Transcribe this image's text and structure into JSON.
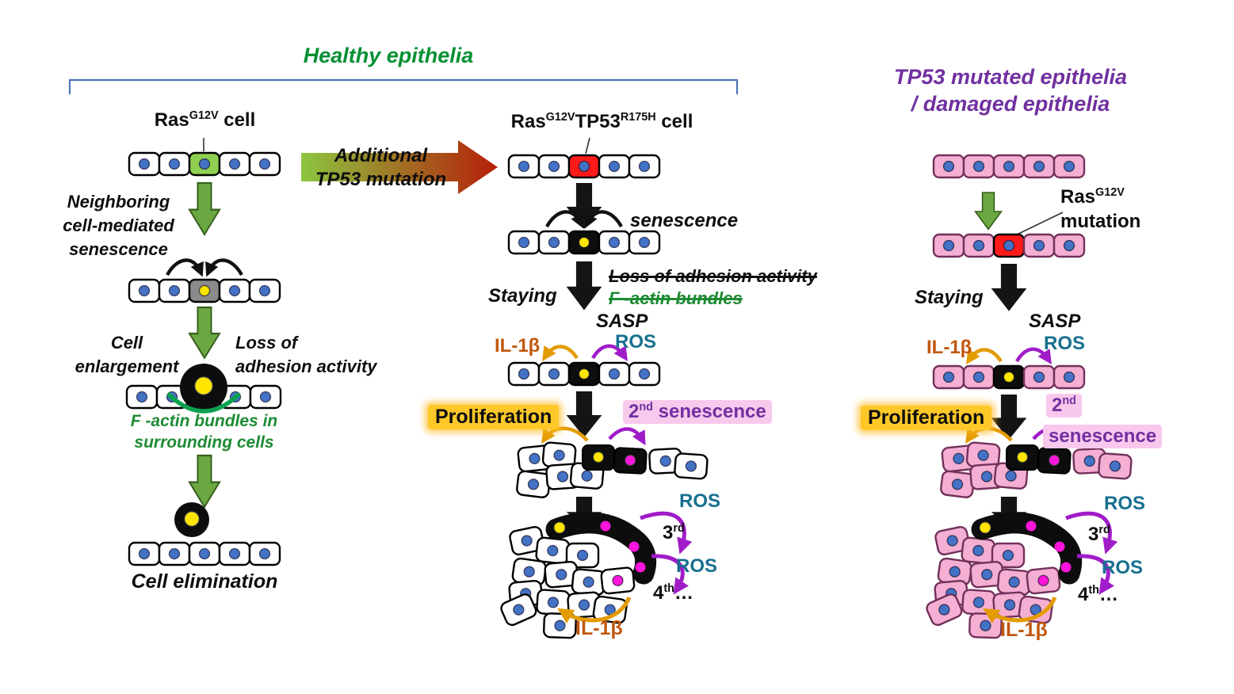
{
  "headers": {
    "healthy": "Healthy epithelia",
    "tp53_line1": "TP53 mutated epithelia",
    "tp53_line2": "/ damaged epithelia"
  },
  "left": {
    "ras_cell": {
      "pre": "Ras",
      "sup": "G12V",
      "post": " cell"
    },
    "neighboring": [
      "Neighboring",
      "cell-mediated",
      "senescence"
    ],
    "enlargement": [
      "Cell",
      "enlargement"
    ],
    "loss_adhesion": [
      "Loss of",
      "adhesion activity"
    ],
    "factin": [
      "F -actin bundles in",
      "surrounding cells"
    ],
    "elimination": "Cell elimination"
  },
  "transition": {
    "line1": "Additional",
    "line2": "TP53 mutation"
  },
  "middle": {
    "cell_label": {
      "pre": "Ras",
      "sup1": "G12V",
      "mid": "TP53",
      "sup2": "R175H",
      "post": " cell"
    },
    "senescence": "senescence",
    "staying": "Staying",
    "struck_adhesion": "Loss of adhesion activity",
    "struck_factin": "F -actin bundles",
    "sasp": "SASP",
    "il1b_top": "IL-1β",
    "ros_top": "ROS",
    "proliferation": "Proliferation",
    "second_senescence": {
      "num": "2",
      "sup": "nd",
      "rest": " senescence"
    },
    "ros_3rd": "ROS",
    "third": {
      "num": "3",
      "sup": "rd"
    },
    "ros_4th": "ROS",
    "fourth": {
      "num": "4",
      "sup": "th",
      "rest": "…"
    },
    "il1b_bottom": "IL-1β"
  },
  "right": {
    "mutation_label": {
      "pre": "Ras",
      "sup": "G12V",
      "line2": "mutation"
    },
    "staying": "Staying",
    "sasp": "SASP",
    "il1b_top": "IL-1β",
    "ros_top": "ROS",
    "proliferation": "Proliferation",
    "second": {
      "num": "2",
      "sup": "nd"
    },
    "senescence_word": "senescence",
    "ros_3rd": "ROS",
    "third": {
      "num": "3",
      "sup": "rd"
    },
    "ros_4th": "ROS",
    "fourth": {
      "num": "4",
      "sup": "th",
      "rest": "…"
    },
    "il1b_bottom": "IL-1β"
  },
  "colors": {
    "healthy_title_green": "#059033",
    "tp53_title_purple": "#7030A0",
    "il1b_brown": "#C1570F",
    "ros_teal": "#17708F",
    "factin_green": "#1E8B34",
    "proliferation_highlight": "#FFC829",
    "senescence_highlight": "#F8C9EC",
    "normal_cell_fill": "#FFFFFF",
    "pink_cell_fill": "#F4AFD3",
    "ras_cell_fill": "#8FD052",
    "tp53_cell_fill": "#FF1A1A",
    "senescent_cell_fill": "#0D0D0D",
    "gray_senescent_fill": "#8A8A8A",
    "nucleus_blue": "#4472C4",
    "nucleus_yellow": "#FFE500",
    "nucleus_magenta": "#FF14DC",
    "green_arrow": "#6CA842",
    "black_arrow": "#141414",
    "orange_arrow": "#E39B00",
    "purple_arrow": "#A11CC9"
  }
}
